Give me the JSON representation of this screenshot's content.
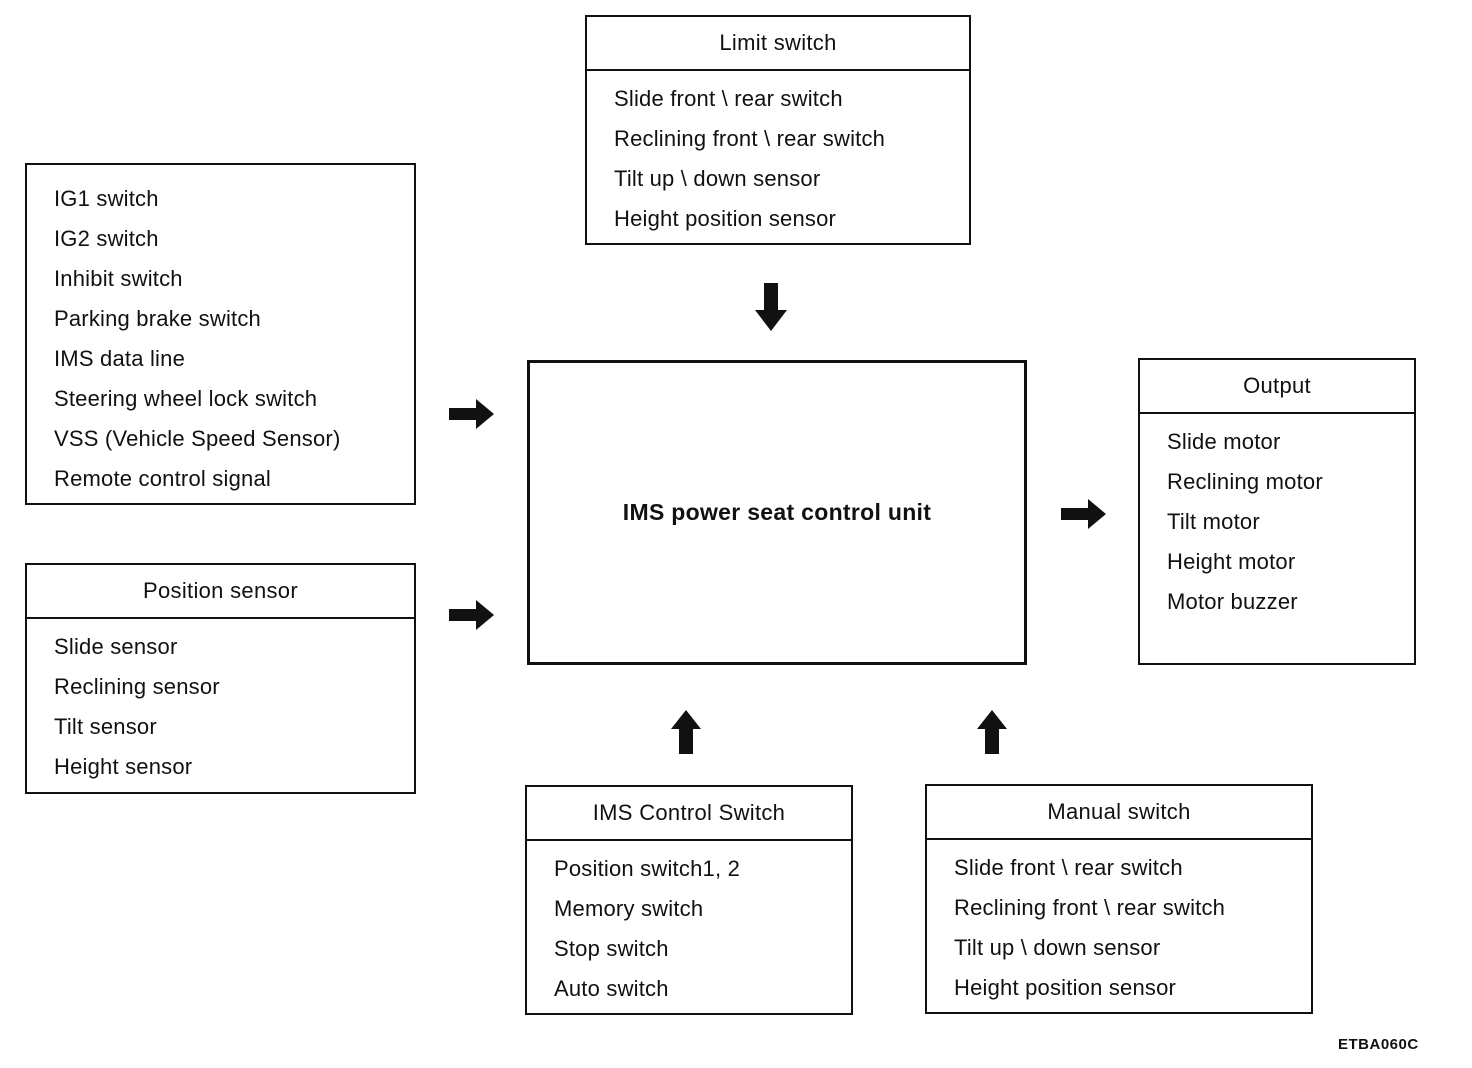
{
  "figure_code": "ETBA060C",
  "colors": {
    "ink": "#111111",
    "background": "#ffffff"
  },
  "boxes": {
    "input_signals": {
      "items": [
        "IG1 switch",
        "IG2 switch",
        "Inhibit switch",
        "Parking brake switch",
        "IMS data line",
        "Steering wheel lock switch",
        "VSS (Vehicle Speed Sensor)",
        "Remote control signal"
      ]
    },
    "position_sensor": {
      "title": "Position sensor",
      "items": [
        "Slide sensor",
        "Reclining sensor",
        "Tilt sensor",
        "Height sensor"
      ]
    },
    "limit_switch": {
      "title": "Limit switch",
      "items": [
        "Slide front \\ rear switch",
        "Reclining front \\ rear switch",
        "Tilt up \\ down sensor",
        "Height position sensor"
      ]
    },
    "control_unit": {
      "title": "IMS power seat control unit"
    },
    "output": {
      "title": "Output",
      "items": [
        "Slide motor",
        "Reclining motor",
        "Tilt motor",
        "Height motor",
        "Motor buzzer"
      ]
    },
    "ims_control_switch": {
      "title": "IMS Control Switch",
      "items": [
        "Position switch1, 2",
        "Memory switch",
        "Stop switch",
        "Auto switch"
      ]
    },
    "manual_switch": {
      "title": "Manual switch",
      "items": [
        "Slide front \\ rear switch",
        "Reclining front \\ rear switch",
        "Tilt up \\ down sensor",
        "Height position sensor"
      ]
    }
  }
}
